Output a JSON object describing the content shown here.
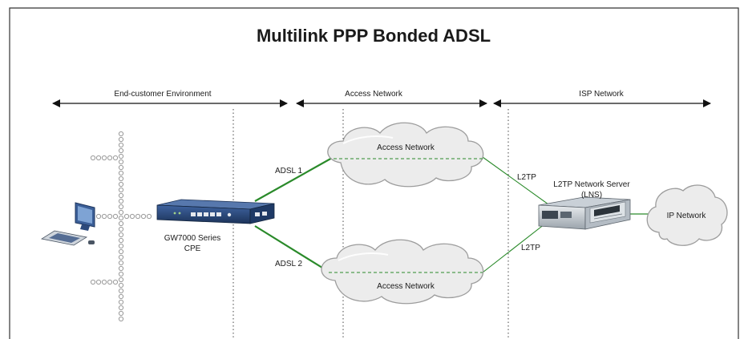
{
  "title": "Multilink PPP Bonded ADSL",
  "zones": {
    "end_customer": "End-customer Environment",
    "access": "Access Network",
    "isp": "ISP Network"
  },
  "clouds": {
    "access_top": "Access Network",
    "access_bottom": "Access Network",
    "ip_network": "IP Network"
  },
  "links": {
    "adsl1": "ADSL 1",
    "adsl2": "ADSL 2",
    "l2tp_top": "L2TP",
    "l2tp_bottom": "L2TP"
  },
  "devices": {
    "cpe_line1": "GW7000 Series",
    "cpe_line2": "CPE",
    "lns_line1": "L2TP Network Server",
    "lns_line2": "(LNS)"
  },
  "colors": {
    "frame": "#333333",
    "link_green": "#2a8a2a",
    "cloud_fill": "#ececec",
    "cloud_stroke": "#9c9c9c",
    "device_blue": "#2c4a7c"
  }
}
